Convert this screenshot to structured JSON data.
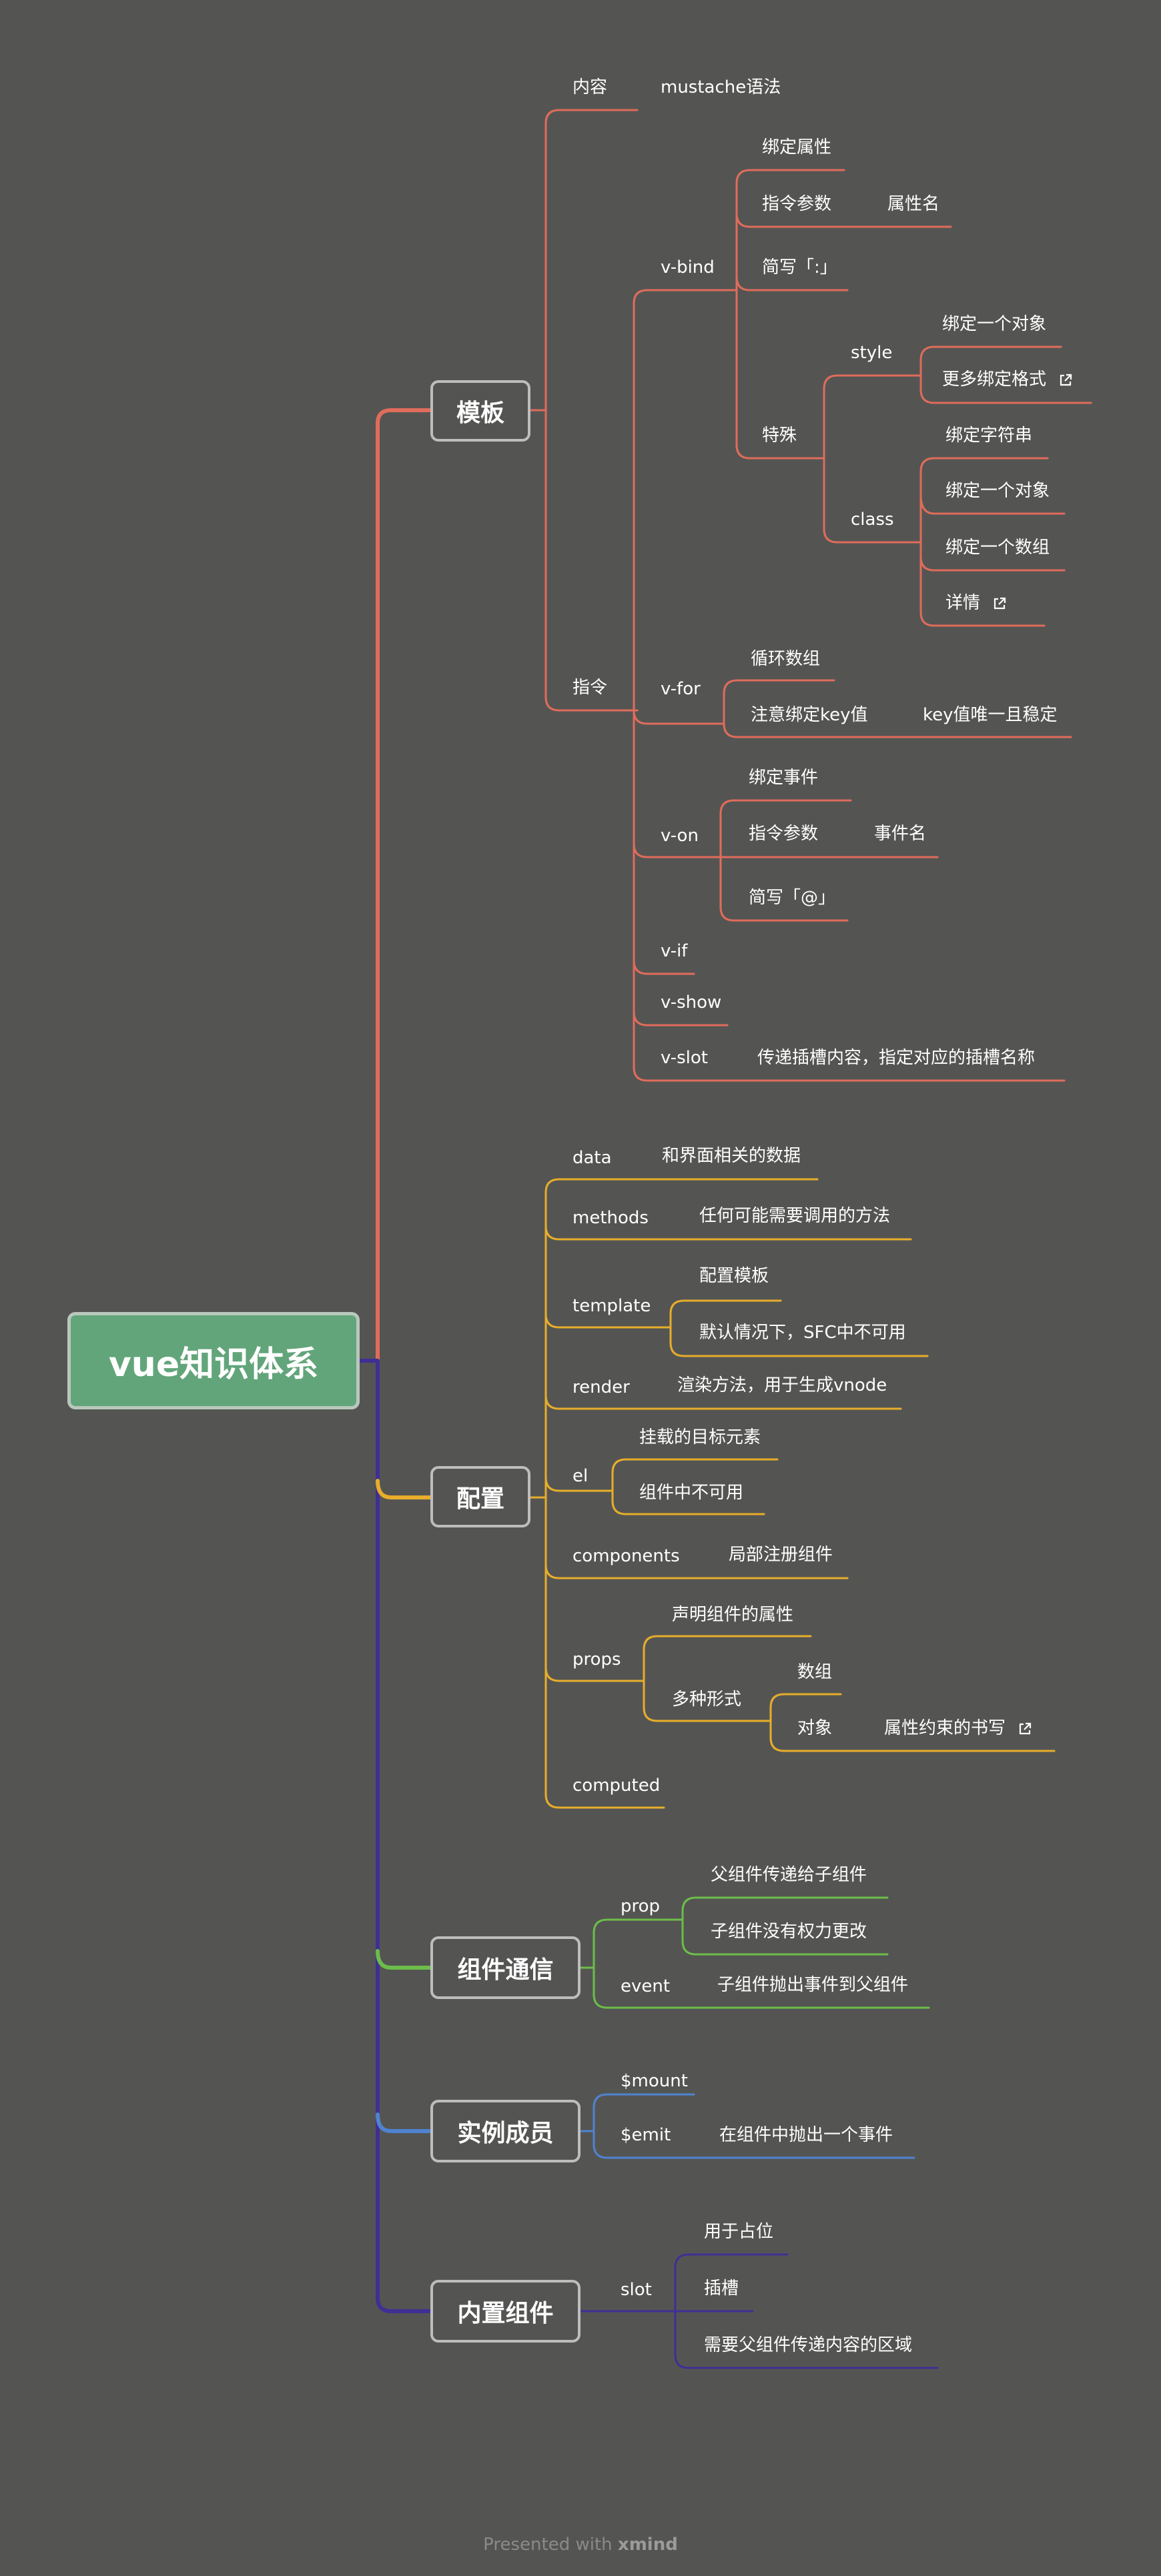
{
  "colors": {
    "background": "#545553",
    "template_branch": "#e06c5b",
    "config_branch": "#e8ad2a",
    "communication_branch": "#6cbd49",
    "instance_branch": "#4f83d1",
    "builtin_branch": "#3f2f94",
    "root_fill": "#62a57a"
  },
  "root": {
    "label": "vue知识体系"
  },
  "template": {
    "label": "模板",
    "content": {
      "label": "内容",
      "mustache": "mustache语法"
    },
    "directives": {
      "label": "指令",
      "vbind": {
        "label": "v-bind",
        "bind_attr": "绑定属性",
        "arg": "指令参数",
        "attr_name": "属性名",
        "shorthand": "简写「:」",
        "special": {
          "label": "特殊",
          "style": {
            "label": "style",
            "items": [
              "绑定一个对象",
              "更多绑定格式"
            ]
          },
          "class": {
            "label": "class",
            "items": [
              "绑定字符串",
              "绑定一个对象",
              "绑定一个数组",
              "详情"
            ]
          }
        }
      },
      "vfor": {
        "label": "v-for",
        "loop": "循环数组",
        "key_note": "注意绑定key值",
        "key_detail": "key值唯一且稳定"
      },
      "von": {
        "label": "v-on",
        "bind_event": "绑定事件",
        "arg": "指令参数",
        "event_name": "事件名",
        "shorthand": "简写「@」"
      },
      "vif": "v-if",
      "vshow": "v-show",
      "vslot": {
        "label": "v-slot",
        "desc": "传递插槽内容，指定对应的插槽名称"
      }
    }
  },
  "config": {
    "label": "配置",
    "data": {
      "label": "data",
      "desc": "和界面相关的数据"
    },
    "methods": {
      "label": "methods",
      "desc": "任何可能需要调用的方法"
    },
    "template": {
      "label": "template",
      "items": [
        "配置模板",
        "默认情况下，SFC中不可用"
      ]
    },
    "render": {
      "label": "render",
      "desc": "渲染方法，用于生成vnode"
    },
    "el": {
      "label": "el",
      "items": [
        "挂载的目标元素",
        "组件中不可用"
      ]
    },
    "components": {
      "label": "components",
      "desc": "局部注册组件"
    },
    "props": {
      "label": "props",
      "declare": "声明组件的属性",
      "forms": {
        "label": "多种形式",
        "array": "数组",
        "object": "对象",
        "object_desc": "属性约束的书写"
      }
    },
    "computed": "computed"
  },
  "communication": {
    "label": "组件通信",
    "prop": {
      "label": "prop",
      "items": [
        "父组件传递给子组件",
        "子组件没有权力更改"
      ]
    },
    "event": {
      "label": "event",
      "desc": "子组件抛出事件到父组件"
    }
  },
  "instance": {
    "label": "实例成员",
    "mount": "$mount",
    "emit": {
      "label": "$emit",
      "desc": "在组件中抛出一个事件"
    }
  },
  "builtin": {
    "label": "内置组件",
    "slot": {
      "label": "slot",
      "items": [
        "用于占位",
        "插槽",
        "需要父组件传递内容的区域"
      ]
    }
  },
  "footer": {
    "prefix": "Presented with",
    "brand": "xmind"
  }
}
